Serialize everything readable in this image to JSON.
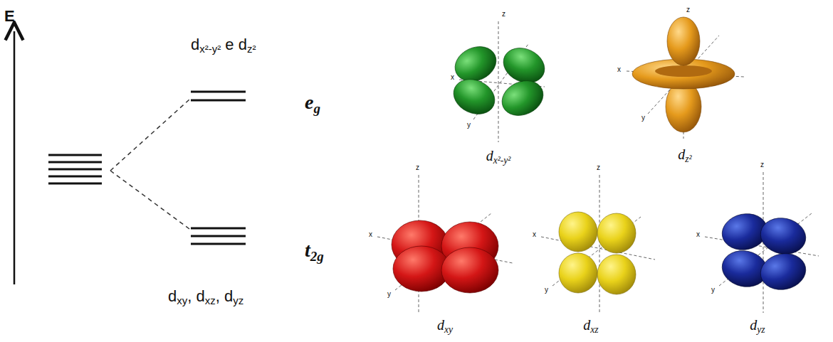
{
  "diagram": {
    "labels": [
      "E",
      "dx²-y² e dz²",
      "eg",
      "z",
      "x",
      "y",
      "dx²-y²",
      "z",
      "x",
      "y",
      "dz²",
      "t2g",
      "z",
      "x",
      "y",
      "dxy",
      "z",
      "x",
      "y",
      "dxz",
      "z",
      "x",
      "y",
      "dyz",
      "dxy, dxz, dyz"
    ]
  }
}
